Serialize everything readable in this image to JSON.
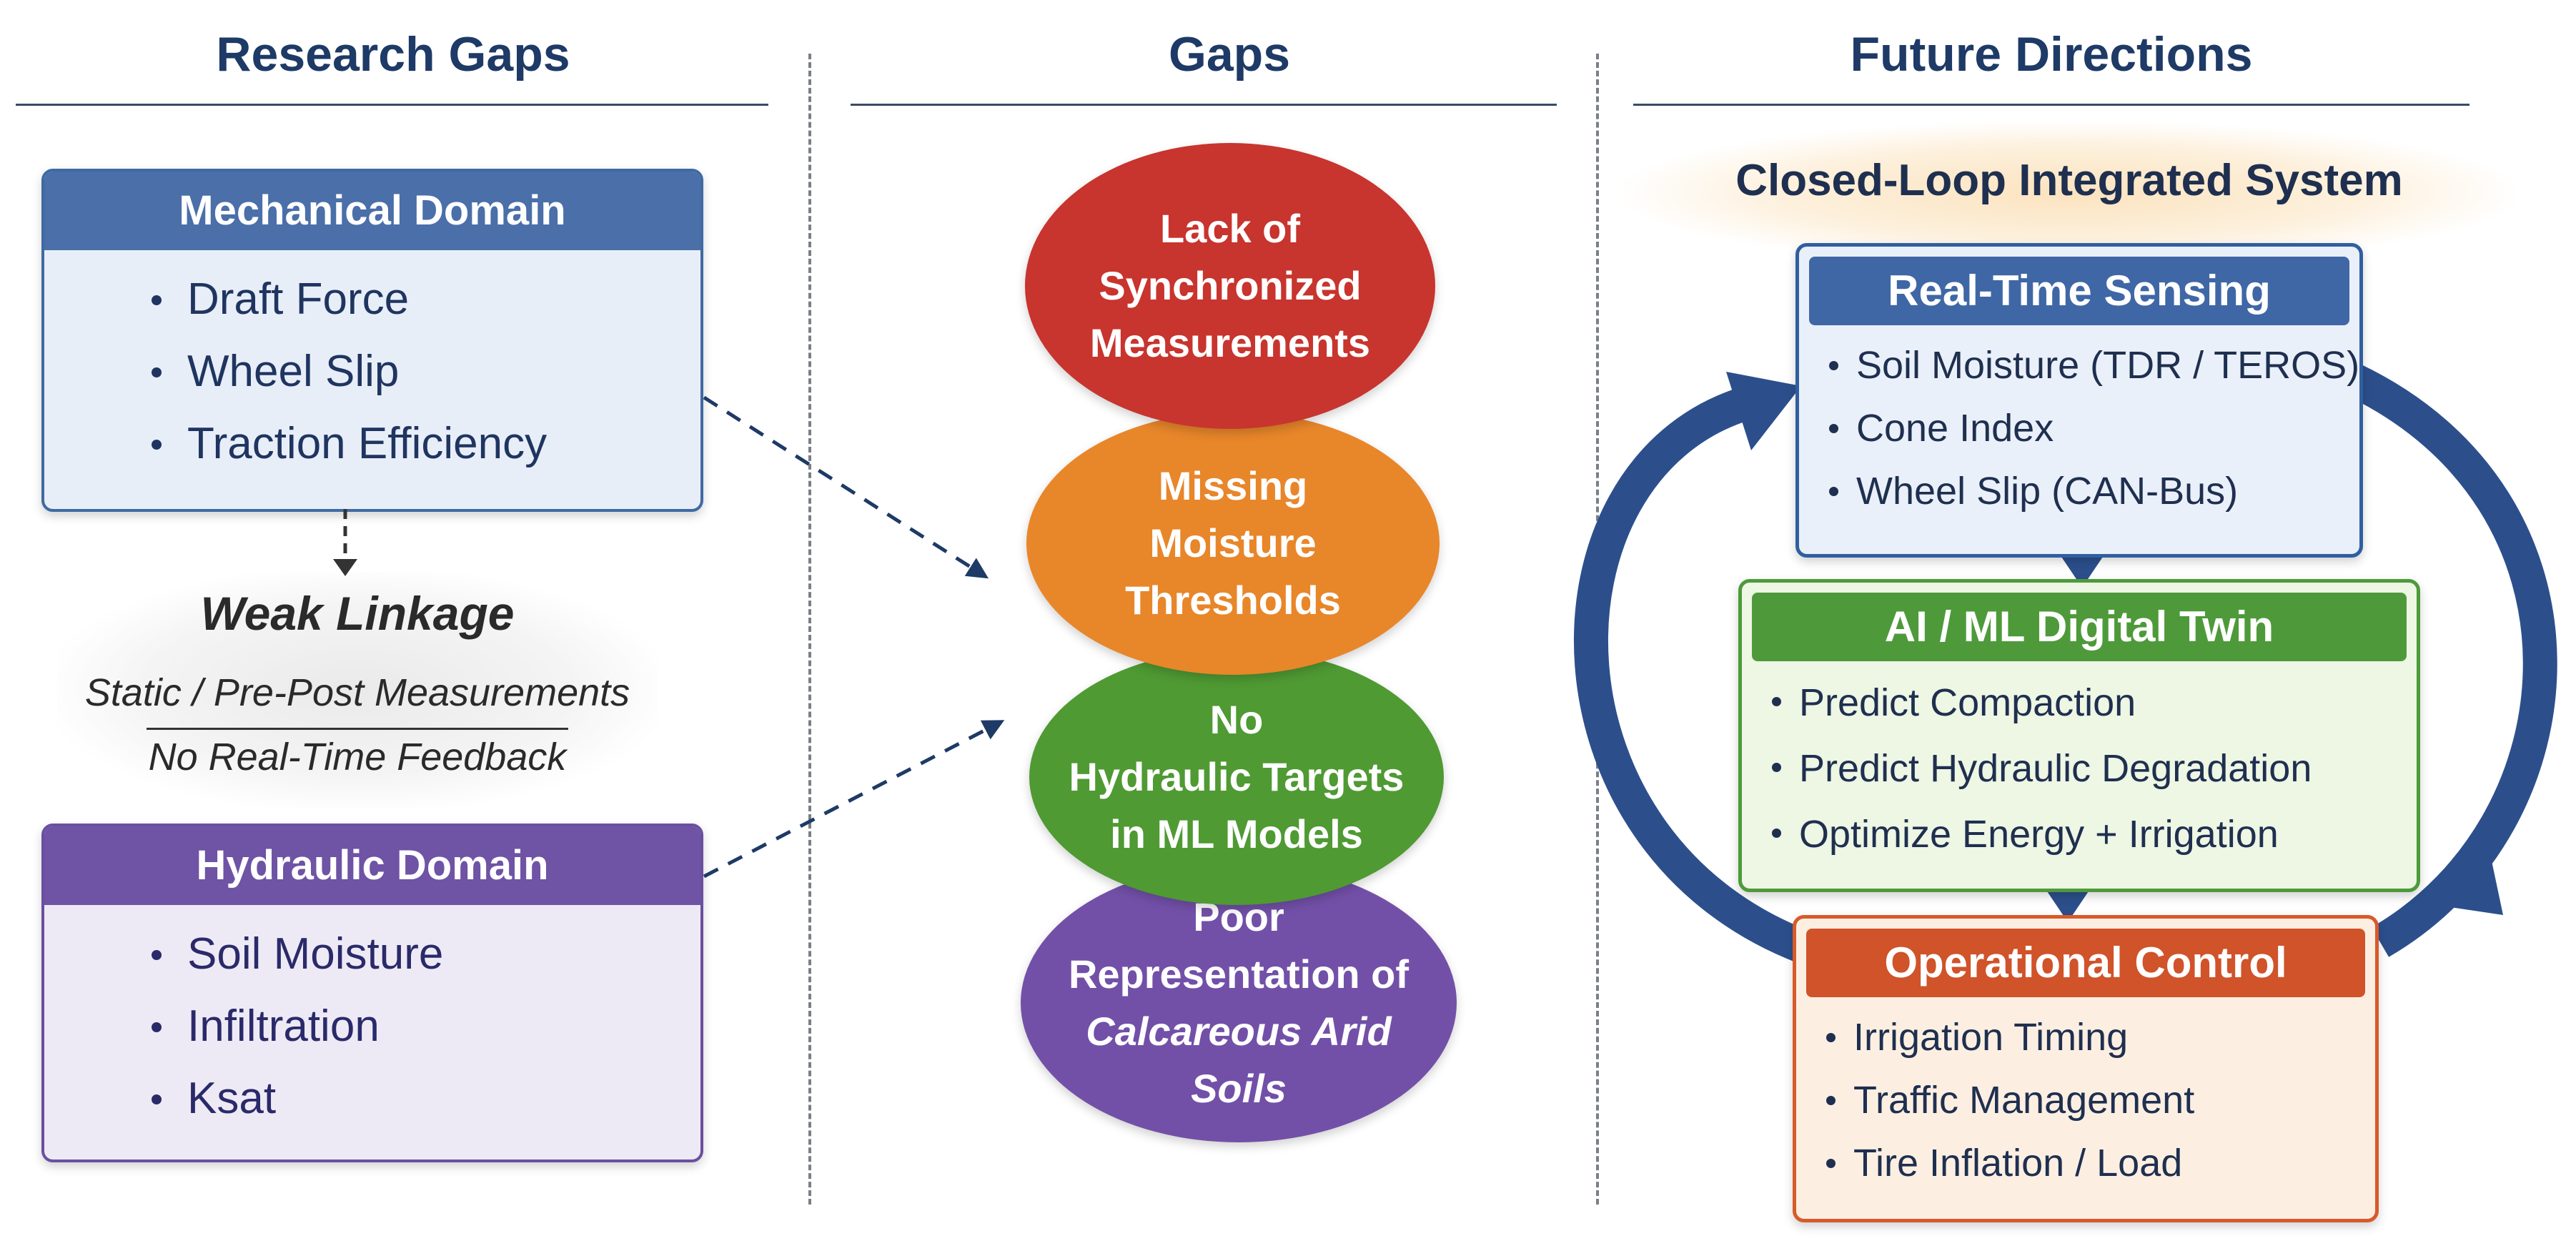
{
  "columns": {
    "left_title": "Research Gaps",
    "middle_title": "Gaps",
    "right_title": "Future Directions"
  },
  "mechanical": {
    "title": "Mechanical Domain",
    "items": [
      "Draft Force",
      "Wheel Slip",
      "Traction Efficiency"
    ]
  },
  "weak_linkage": {
    "title": "Weak Linkage",
    "line1": "Static / Pre-Post Measurements",
    "line2": "No Real-Time Feedback"
  },
  "hydraulic": {
    "title": "Hydraulic Domain",
    "items": [
      "Soil Moisture",
      "Infiltration",
      "Ksat"
    ]
  },
  "gaps": [
    {
      "lines": [
        "Lack of",
        "Synchronized",
        "Measurements"
      ],
      "color": "#c8342e"
    },
    {
      "lines": [
        "Missing",
        "Moisture",
        "Thresholds"
      ],
      "color": "#e8862a"
    },
    {
      "lines": [
        "No",
        "Hydraulic Targets",
        "in ML Models"
      ],
      "color": "#4f9a33"
    },
    {
      "lines": [
        "Poor",
        "Representation of",
        "Calcareous Arid Soils"
      ],
      "color": "#7250a8"
    }
  ],
  "future": {
    "loop_title": "Closed-Loop Integrated System",
    "sensing": {
      "title": "Real-Time Sensing",
      "items": [
        "Soil Moisture (TDR / TEROS)",
        "Cone Index",
        "Wheel Slip (CAN-Bus)"
      ]
    },
    "twin": {
      "title": "AI / ML Digital Twin",
      "items": [
        "Predict Compaction",
        "Predict Hydraulic Degradation",
        "Optimize Energy + Irrigation"
      ]
    },
    "control": {
      "title": "Operational Control",
      "items": [
        "Irrigation Timing",
        "Traffic Management",
        "Tire Inflation / Load"
      ]
    }
  },
  "colors": {
    "heading": "#1e3a66",
    "mechanical": "#4a6fa9",
    "hydraulic": "#6f53a5",
    "loop_arrow": "#2c4f8c",
    "sensing": "#3f67a6",
    "twin": "#4e9a3a",
    "control": "#d0532a"
  }
}
